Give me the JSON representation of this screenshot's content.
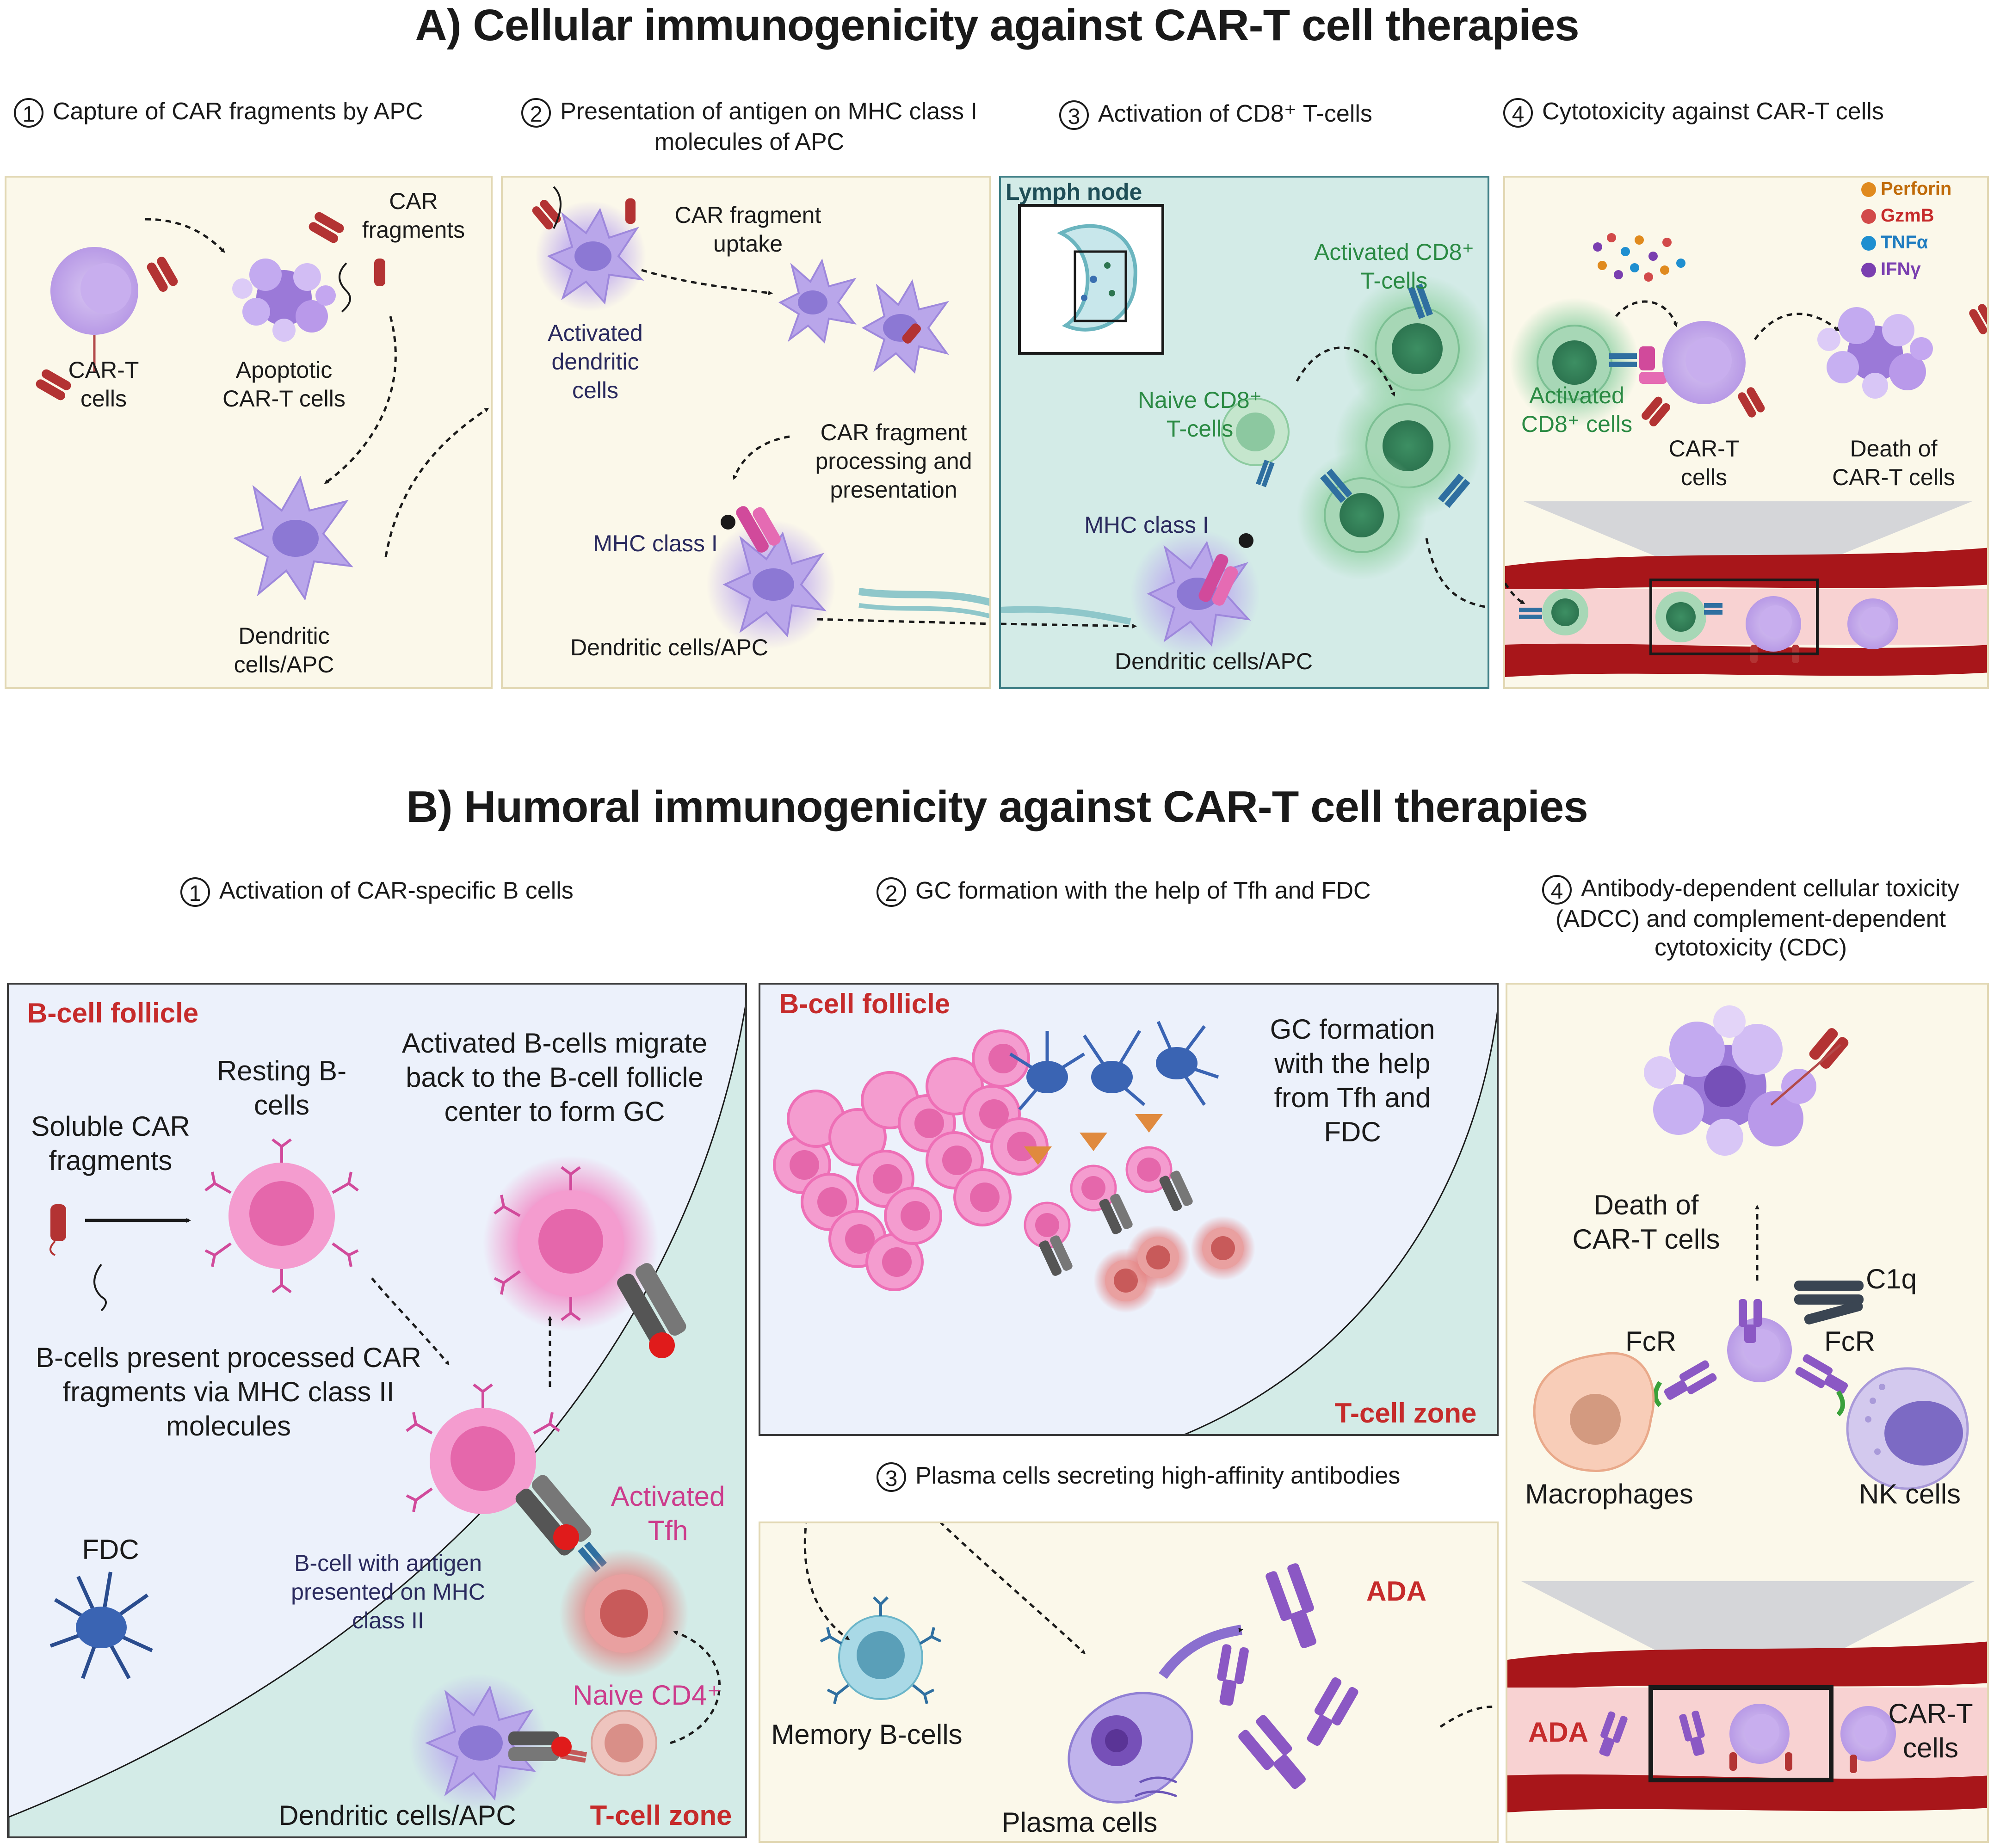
{
  "sectionA": {
    "title": "A) Cellular immunogenicity against CAR-T cell therapies",
    "steps": [
      {
        "num": "1",
        "text": "Capture of CAR fragments by APC"
      },
      {
        "num": "2",
        "text": "Presentation of antigen on MHC class I molecules of APC"
      },
      {
        "num": "3",
        "text": "Activation of CD8⁺ T-cells"
      },
      {
        "num": "4",
        "text": "Cytotoxicity against CAR-T cells"
      }
    ],
    "panel1": {
      "car_fragments": "CAR fragments",
      "car_t_cells": "CAR-T cells",
      "apoptotic": "Apoptotic CAR-T cells",
      "dendritic": "Dendritic cells/APC"
    },
    "panel2": {
      "fragment_uptake": "CAR fragment uptake",
      "activated_dc": "Activated dendritic cells",
      "processing": "CAR fragment processing and presentation",
      "mhc1": "MHC class I",
      "dendritic": "Dendritic cells/APC"
    },
    "panel3": {
      "lymph_node": "Lymph node",
      "activated_cd8": "Activated CD8⁺ T-cells",
      "naive_cd8": "Naive CD8⁺ T-cells",
      "mhc1": "MHC class I",
      "dendritic": "Dendritic cells/APC"
    },
    "panel4": {
      "legend": [
        {
          "label": "Perforin",
          "color": "#e08a1e"
        },
        {
          "label": "GzmB",
          "color": "#d24a4a"
        },
        {
          "label": "TNFα",
          "color": "#1f8fd0"
        },
        {
          "label": "IFNγ",
          "color": "#7a3fb0"
        }
      ],
      "activated_cd8": "Activated CD8⁺ cells",
      "car_t": "CAR-T cells",
      "death": "Death of CAR-T cells"
    }
  },
  "sectionB": {
    "title": "B) Humoral immunogenicity against CAR-T cell therapies",
    "steps": [
      {
        "num": "1",
        "text": "Activation of CAR-specific B cells"
      },
      {
        "num": "2",
        "text": "GC formation with the help of Tfh and FDC"
      },
      {
        "num": "3",
        "text": "Plasma cells secreting high-affinity antibodies"
      },
      {
        "num": "4",
        "text": "Antibody-dependent cellular toxicity (ADCC) and complement-dependent cytotoxicity (CDC)"
      }
    ],
    "panel1": {
      "follicle": "B-cell follicle",
      "soluble": "Soluble CAR fragments",
      "resting": "Resting B-cells",
      "migrate": "Activated B-cells migrate back to the B-cell follicle center to form GC",
      "present": "B-cells present processed CAR fragments via MHC class II molecules",
      "fdc": "FDC",
      "bcell_antigen": "B-cell with antigen presented on MHC class II",
      "activated_tfh": "Activated Tfh",
      "naive_cd4": "Naive CD4⁺",
      "dendritic": "Dendritic cells/APC",
      "tcell_zone": "T-cell zone"
    },
    "panel2": {
      "follicle": "B-cell follicle",
      "gc": "GC formation with the help from Tfh and FDC",
      "tcell_zone": "T-cell zone"
    },
    "panel3": {
      "memory": "Memory B-cells",
      "plasma": "Plasma cells",
      "ada": "ADA"
    },
    "panel4": {
      "death": "Death of CAR-T cells",
      "c1q": "C1q",
      "fcr_left": "FcR",
      "fcr_right": "FcR",
      "macrophages": "Macrophages",
      "nk": "NK cells",
      "ada": "ADA",
      "car_t": "CAR-T cells"
    }
  }
}
